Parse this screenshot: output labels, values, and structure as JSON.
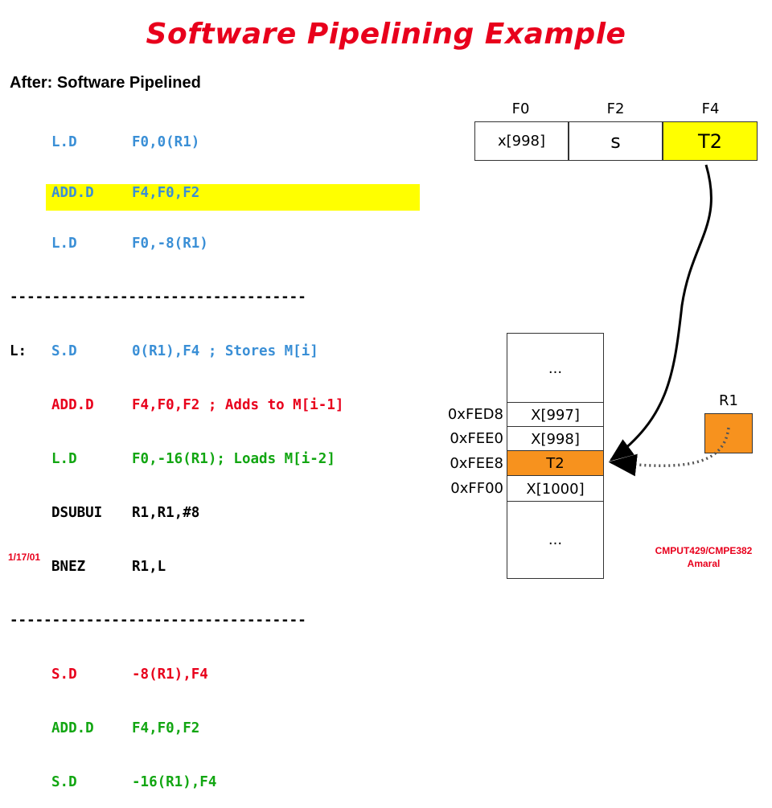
{
  "title": "Software Pipelining Example",
  "subtitle": "After: Software Pipelined",
  "code": {
    "prologue": [
      {
        "op": "L.D",
        "args": "F0,0(R1)"
      },
      {
        "op": "ADD.D",
        "args": "F4,F0,F2"
      },
      {
        "op": "L.D",
        "args": "F0,-8(R1)"
      }
    ],
    "separator": "-----------------------------------",
    "loop_label": "L:",
    "loop": [
      {
        "op": "S.D",
        "args": "0(R1),F4 ; Stores M[i]"
      },
      {
        "op": "ADD.D",
        "args": "F4,F0,F2 ; Adds to M[i-1]"
      },
      {
        "op": "L.D",
        "args": "F0,-16(R1); Loads M[i-2]"
      },
      {
        "op": "DSUBUI",
        "args": "R1,R1,#8"
      },
      {
        "op": "BNEZ",
        "args": "R1,L"
      }
    ],
    "epilogue": [
      {
        "op": "S.D",
        "args": "-8(R1),F4"
      },
      {
        "op": "ADD.D",
        "args": "F4,F0,F2"
      },
      {
        "op": "S.D",
        "args": "-16(R1),F4"
      }
    ]
  },
  "registers": [
    {
      "name": "F0",
      "value": "x[998]"
    },
    {
      "name": "F2",
      "value": "s"
    },
    {
      "name": "F4",
      "value": "T2"
    }
  ],
  "r1": {
    "name": "R1",
    "value": ""
  },
  "memory": [
    {
      "addr": "",
      "value": "..."
    },
    {
      "addr": "0xFED8",
      "value": "X[997]"
    },
    {
      "addr": "0xFEE0",
      "value": "X[998]"
    },
    {
      "addr": "0xFEE8",
      "value": "T2"
    },
    {
      "addr": "0xFF00",
      "value": "X[1000]"
    },
    {
      "addr": "",
      "value": "..."
    }
  ],
  "footer": {
    "date": "1/17/01",
    "course": "CMPUT429/CMPE382",
    "author": "Amaral"
  },
  "colors": {
    "title": "#e8001c",
    "highlight": "#ffff00",
    "f4_fill": "#ffff00",
    "t2_mem_fill": "#f7921e"
  }
}
